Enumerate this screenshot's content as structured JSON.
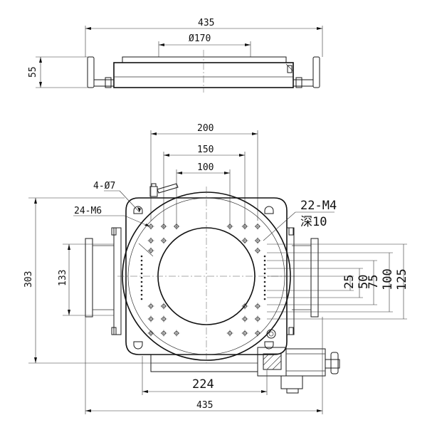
{
  "dimensions": {
    "top_overall_width": "435",
    "top_diameter": "Ø170",
    "top_height": "55",
    "width_200": "200",
    "width_150": "150",
    "width_100": "100",
    "holes_4": "4-Ø7",
    "holes_24": "24-M6",
    "holes_22": "22-M4",
    "depth": "深10",
    "height_303": "303",
    "height_133": "133",
    "v_25": "25",
    "v_50": "50",
    "v_75": "75",
    "v_100": "100",
    "v_125": "125",
    "bottom_224": "224",
    "bottom_overall_width": "435"
  }
}
